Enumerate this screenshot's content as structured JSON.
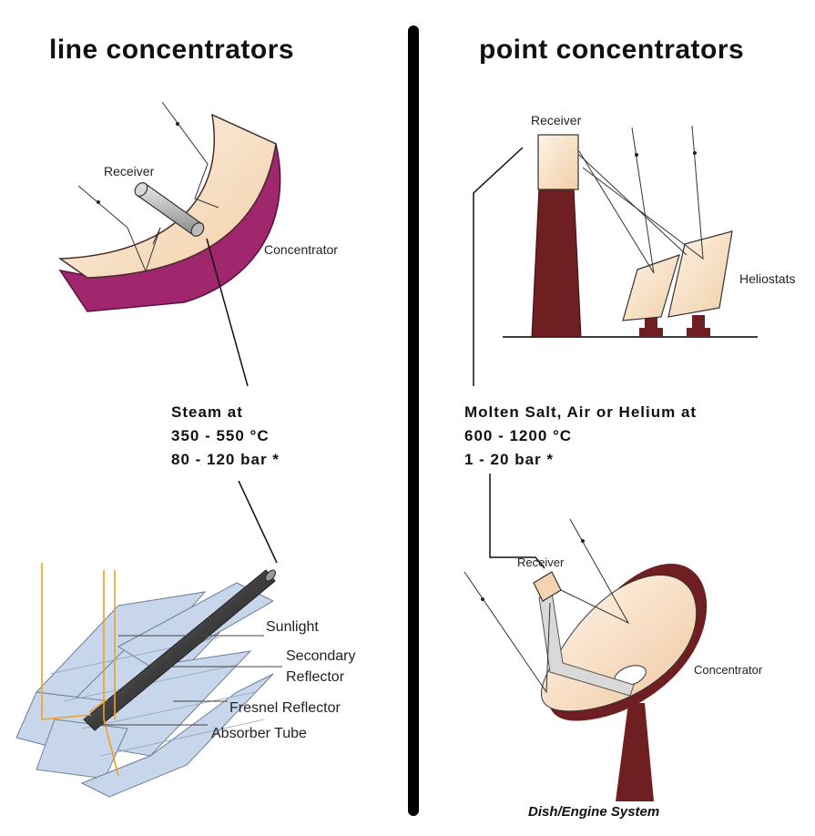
{
  "titles": {
    "left": "line concentrators",
    "right": "point concentrators"
  },
  "left_specs": {
    "line1": "Steam at",
    "line2": "350 - 550 °C",
    "line3": "80 - 120 bar  *"
  },
  "right_specs": {
    "line1": "Molten Salt, Air or Helium at",
    "line2": "600 - 1200 °C",
    "line3": "1 - 20 bar *"
  },
  "trough": {
    "receiver": "Receiver",
    "concentrator": "Concentrator"
  },
  "fresnel": {
    "sunlight": "Sunlight",
    "secondary_1": "Secondary",
    "secondary_2": "Reflector",
    "fresnel_reflector": "Fresnel Reflector",
    "absorber_tube": "Absorber Tube"
  },
  "tower": {
    "receiver": "Receiver",
    "heliostats": "Heliostats"
  },
  "dish": {
    "receiver": "Receiver",
    "concentrator": "Concentrator",
    "caption": "Dish/Engine System"
  }
}
